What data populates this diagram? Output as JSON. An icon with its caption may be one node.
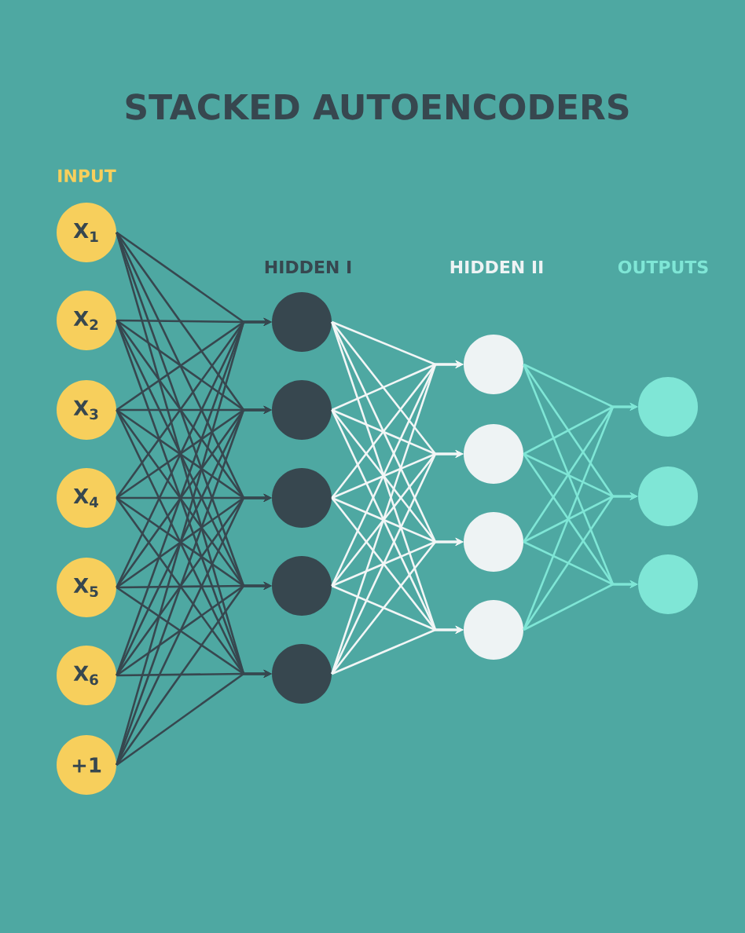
{
  "diagram": {
    "title": "STACKED AUTOENCODERS",
    "nodes": [
      {
        "text": [
          "X$_{1}$"
        ]
      },
      {
        "text": [
          "X$_{2}$"
        ]
      },
      {
        "text": [
          "X$_{3}$"
        ]
      },
      {
        "text": [
          "X$_{4}$"
        ]
      },
      {
        "text": [
          "X$_{5}$"
        ]
      },
      {
        "text": [
          "X$_{6}$"
        ]
      },
      {
        "text": [
          "+1"
        ]
      },
      {
        "text": [],
        "shape": "circle"
      },
      {
        "text": [],
        "shape": "circle"
      },
      {
        "text": [],
        "shape": "circle"
      },
      {
        "text": [],
        "shape": "circle"
      },
      {
        "text": [],
        "shape": "circle"
      },
      {
        "text": [],
        "shape": "circle"
      },
      {
        "text": [],
        "shape": "circle"
      },
      {
        "text": [],
        "shape": "circle"
      },
      {
        "text": [],
        "shape": "circle"
      },
      {
        "text": [],
        "shape": "circle"
      },
      {
        "text": [],
        "shape": "circle"
      },
      {
        "text": [],
        "shape": "circle"
      }
    ],
    "edges": [
      {
        "from": 0,
        "to": 7,
        "arrow": "to"
      },
      {
        "from": 0,
        "to": 8,
        "arrow": "to"
      },
      {
        "from": 0,
        "to": 9,
        "arrow": "to"
      },
      {
        "from": 0,
        "to": 10,
        "arrow": "to"
      },
      {
        "from": 0,
        "to": 11,
        "arrow": "to"
      },
      {
        "from": 1,
        "to": 7,
        "arrow": "to"
      },
      {
        "from": 1,
        "to": 8,
        "arrow": "to"
      },
      {
        "from": 1,
        "to": 9,
        "arrow": "to"
      },
      {
        "from": 1,
        "to": 10,
        "arrow": "to"
      },
      {
        "from": 1,
        "to": 11,
        "arrow": "to"
      },
      {
        "from": 2,
        "to": 7,
        "arrow": "to"
      },
      {
        "from": 2,
        "to": 8,
        "arrow": "to"
      },
      {
        "from": 2,
        "to": 9,
        "arrow": "to"
      },
      {
        "from": 2,
        "to": 10,
        "arrow": "to"
      },
      {
        "from": 2,
        "to": 11,
        "arrow": "to"
      },
      {
        "from": 3,
        "to": 7,
        "arrow": "to"
      },
      {
        "from": 3,
        "to": 8,
        "arrow": "to"
      },
      {
        "from": 3,
        "to": 9,
        "arrow": "to"
      },
      {
        "from": 3,
        "to": 10,
        "arrow": "to"
      },
      {
        "from": 3,
        "to": 11,
        "arrow": "to"
      },
      {
        "from": 4,
        "to": 7,
        "arrow": "to"
      },
      {
        "from": 4,
        "to": 8,
        "arrow": "to"
      },
      {
        "from": 4,
        "to": 9,
        "arrow": "to"
      },
      {
        "from": 4,
        "to": 10,
        "arrow": "to"
      },
      {
        "from": 4,
        "to": 11,
        "arrow": "to"
      },
      {
        "from": 5,
        "to": 7,
        "arrow": "to"
      },
      {
        "from": 5,
        "to": 8,
        "arrow": "to"
      },
      {
        "from": 5,
        "to": 9,
        "arrow": "to"
      },
      {
        "from": 5,
        "to": 10,
        "arrow": "to"
      },
      {
        "from": 5,
        "to": 11,
        "arrow": "to"
      },
      {
        "from": 6,
        "to": 7,
        "arrow": "to"
      },
      {
        "from": 6,
        "to": 8,
        "arrow": "to"
      },
      {
        "from": 6,
        "to": 9,
        "arrow": "to"
      },
      {
        "from": 6,
        "to": 10,
        "arrow": "to"
      },
      {
        "from": 6,
        "to": 11,
        "arrow": "to"
      },
      {
        "from": 7,
        "to": 12,
        "arrow": "to",
        "color": "#f2f6f6"
      },
      {
        "from": 7,
        "to": 13,
        "arrow": "to",
        "color": "#f2f6f6"
      },
      {
        "from": 7,
        "to": 14,
        "arrow": "to",
        "color": "#f2f6f6"
      },
      {
        "from": 7,
        "to": 15,
        "arrow": "to",
        "color": "#f2f6f6"
      },
      {
        "from": 8,
        "to": 12,
        "arrow": "to",
        "color": "#f2f6f6"
      },
      {
        "from": 8,
        "to": 13,
        "arrow": "to",
        "color": "#f2f6f6"
      },
      {
        "from": 8,
        "to": 14,
        "arrow": "to",
        "color": "#f2f6f6"
      },
      {
        "from": 8,
        "to": 15,
        "arrow": "to",
        "color": "#f2f6f6"
      },
      {
        "from": 9,
        "to": 12,
        "arrow": "to",
        "color": "#f2f6f6"
      },
      {
        "from": 9,
        "to": 13,
        "arrow": "to",
        "color": "#f2f6f6"
      },
      {
        "from": 9,
        "to": 14,
        "arrow": "to",
        "color": "#f2f6f6"
      },
      {
        "from": 9,
        "to": 15,
        "arrow": "to",
        "color": "#f2f6f6"
      },
      {
        "from": 10,
        "to": 12,
        "arrow": "to",
        "color": "#f2f6f6"
      },
      {
        "from": 10,
        "to": 13,
        "arrow": "to",
        "color": "#f2f6f6"
      },
      {
        "from": 10,
        "to": 14,
        "arrow": "to",
        "color": "#f2f6f6"
      },
      {
        "from": 10,
        "to": 15,
        "arrow": "to",
        "color": "#f2f6f6"
      },
      {
        "from": 11,
        "to": 12,
        "arrow": "to",
        "color": "#f2f6f6"
      },
      {
        "from": 11,
        "to": 13,
        "arrow": "to",
        "color": "#f2f6f6"
      },
      {
        "from": 11,
        "to": 14,
        "arrow": "to",
        "color": "#f2f6f6"
      },
      {
        "from": 11,
        "to": 15,
        "arrow": "to",
        "color": "#f2f6f6"
      },
      {
        "from": 12,
        "to": 16,
        "arrow": "to",
        "color": "#7fe6d6"
      },
      {
        "from": 12,
        "to": 17,
        "arrow": "to",
        "color": "#7fe6d6"
      },
      {
        "from": 12,
        "to": 18,
        "arrow": "to",
        "color": "#7fe6d6"
      },
      {
        "from": 13,
        "to": 16,
        "arrow": "to",
        "color": "#7fe6d6"
      },
      {
        "from": 13,
        "to": 17,
        "arrow": "to",
        "color": "#7fe6d6"
      },
      {
        "from": 13,
        "to": 18,
        "arrow": "to",
        "color": "#7fe6d6"
      },
      {
        "from": 14,
        "to": 16,
        "arrow": "to",
        "color": "#7fe6d6"
      },
      {
        "from": 14,
        "to": 17,
        "arrow": "to",
        "color": "#7fe6d6"
      },
      {
        "from": 14,
        "to": 18,
        "arrow": "to",
        "color": "#7fe6d6"
      },
      {
        "from": 15,
        "to": 16,
        "arrow": "to",
        "color": "#7fe6d6"
      },
      {
        "from": 15,
        "to": 17,
        "arrow": "to",
        "color": "#7fe6d6"
      },
      {
        "from": 15,
        "to": 18,
        "arrow": "to",
        "color": "#7fe6d6"
      }
    ],
    "labels": [
      "INPUT",
      "HIDDEN I",
      "HIDDEN II",
      "OUTPUTS"
    ]
  }
}
